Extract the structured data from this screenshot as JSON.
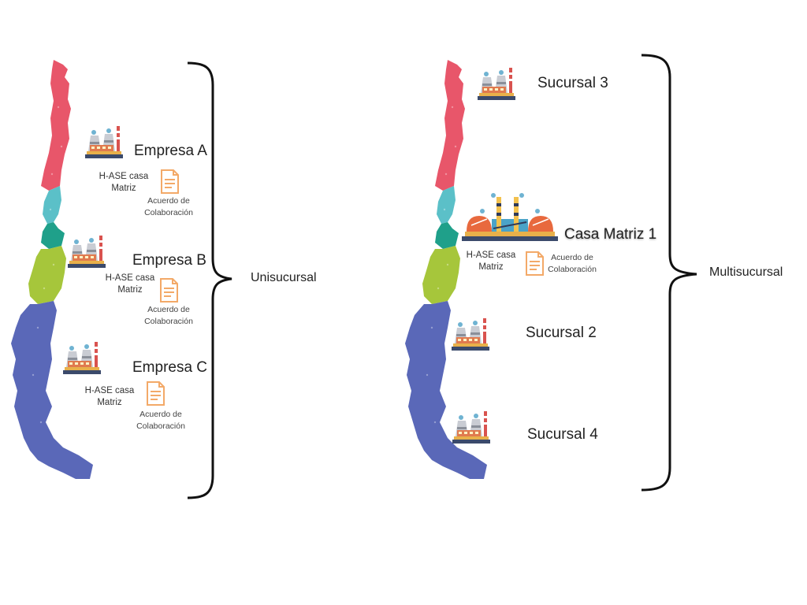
{
  "left": {
    "companies": [
      {
        "name": "Empresa A",
        "matriz": [
          "H-ASE casa",
          "Matriz"
        ],
        "acuerdo": [
          "Acuerdo de",
          "Colaboración"
        ]
      },
      {
        "name": "Empresa B",
        "matriz": [
          "H-ASE casa",
          "Matriz"
        ],
        "acuerdo": [
          "Acuerdo de",
          "Colaboración"
        ]
      },
      {
        "name": "Empresa C",
        "matriz": [
          "H-ASE casa",
          "Matriz"
        ],
        "acuerdo": [
          "Acuerdo de",
          "Colaboración"
        ]
      }
    ],
    "group_label": "Unisucursal"
  },
  "right": {
    "branches": [
      "Sucursal 3",
      "Sucursal 2",
      "Sucursal 4"
    ],
    "headquarters": {
      "name": "Casa Matriz 1",
      "matriz": [
        "H-ASE casa",
        "Matriz"
      ],
      "acuerdo": [
        "Acuerdo de",
        "Colaboración"
      ]
    },
    "group_label": "Multisucursal"
  },
  "icons": {
    "factory": "factory-icon",
    "document": "document-icon",
    "plant": "industrial-plant-icon",
    "map": "chile-map"
  },
  "colors": {
    "north": "#e8566a",
    "north_central": "#5bc0c8",
    "central": "#1fa08a",
    "south_central": "#a6c63b",
    "south": "#5a68b8",
    "document": "#f3a968",
    "brace": "#111111"
  }
}
